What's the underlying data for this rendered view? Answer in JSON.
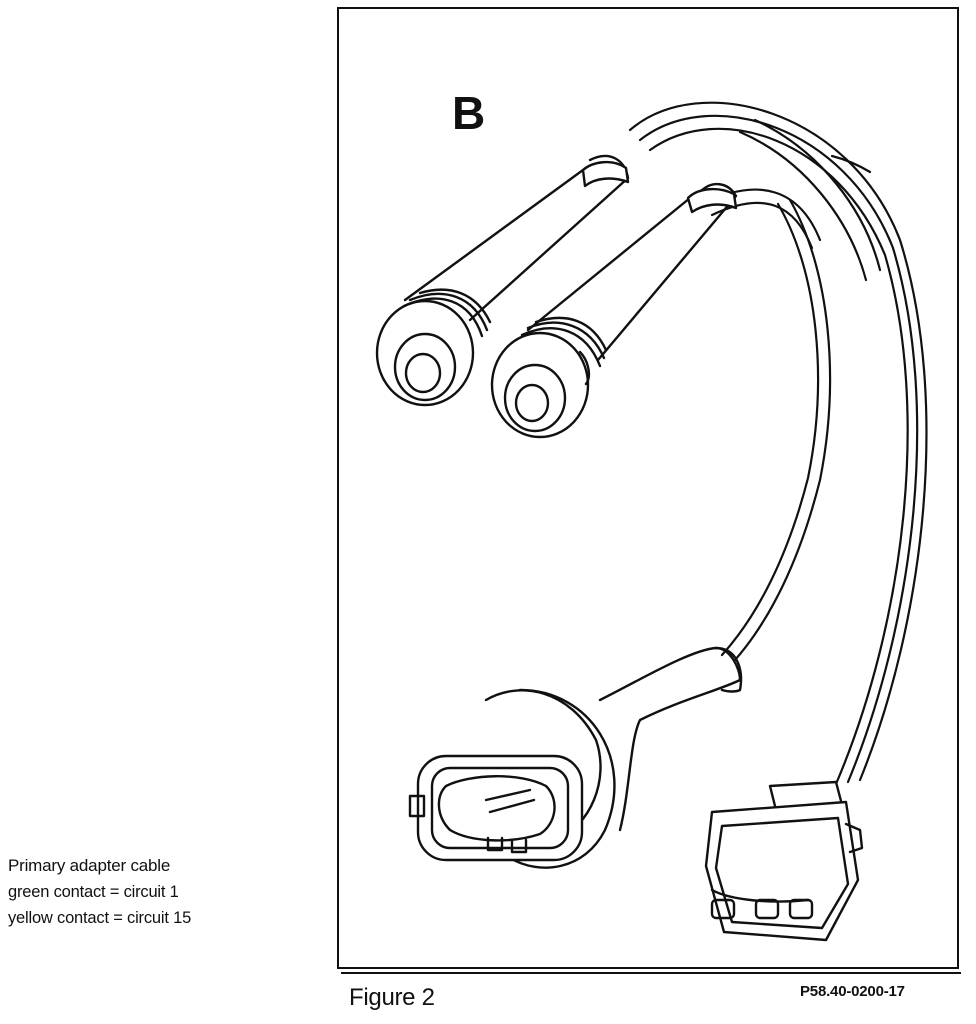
{
  "figure": {
    "panel_letter": "B",
    "figure_label": "Figure 2",
    "reference_code": "P58.40-0200-17"
  },
  "caption": {
    "title": "Primary adapter cable",
    "lines": [
      "green contact  =  circuit 1",
      "yellow contact  =  circuit 15"
    ]
  }
}
